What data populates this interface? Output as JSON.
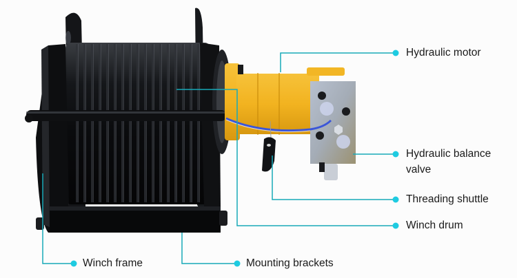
{
  "diagram": {
    "subject": "Hydraulic winch",
    "accent_color": "#1ecbe1",
    "line_color": "#17a9b8",
    "background": "#fcfcfc",
    "callouts": [
      {
        "id": "hydraulic-motor",
        "label": "Hydraulic motor"
      },
      {
        "id": "hydraulic-balance-valve",
        "label": "Hydraulic balance valve"
      },
      {
        "id": "threading-shuttle",
        "label": "Threading shuttle"
      },
      {
        "id": "winch-drum",
        "label": "Winch drum"
      },
      {
        "id": "winch-frame",
        "label": "Winch frame"
      },
      {
        "id": "mounting-brackets",
        "label": "Mounting brackets"
      }
    ]
  }
}
